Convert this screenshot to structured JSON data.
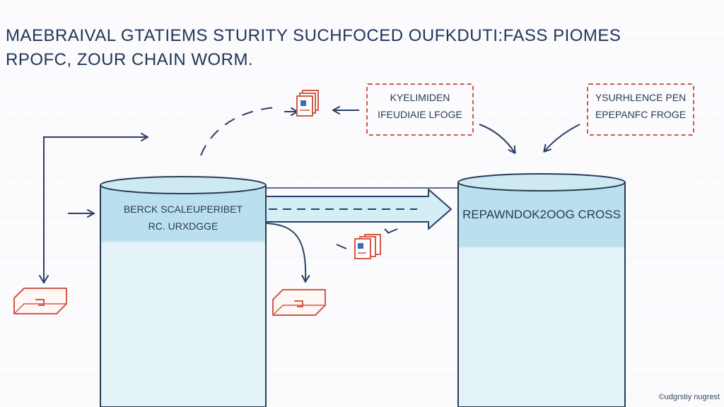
{
  "title": {
    "line1": "MAEBRAIVAL GTATIEMS STURITY SUCHFOCED OUFKDUTI:FASS PIOMES",
    "line2": "RPOFC, ZOUR CHAIN WORM."
  },
  "notes": {
    "left": {
      "line1": "KYELIMIDEN",
      "line2": "IFEUDIAIE LFOGE"
    },
    "right": {
      "line1": "YSURHLENCE PEN",
      "line2": "EPEPANFC FROGE"
    }
  },
  "cylinders": {
    "left": {
      "line1": "BERCK SCALEUPERIBET",
      "line2": "RC. URXDGGE"
    },
    "right": {
      "line1": "REPAWNDOK2OOG CROSS"
    }
  },
  "credit": "©udgrstiy nugrest",
  "colors": {
    "cylinder_fill": "#e3f2f7",
    "cylinder_band": "#b9e0ec",
    "cylinder_edge": "#2a3b55",
    "arrow": "#2b3f66",
    "accent_red": "#cf5a4a"
  }
}
